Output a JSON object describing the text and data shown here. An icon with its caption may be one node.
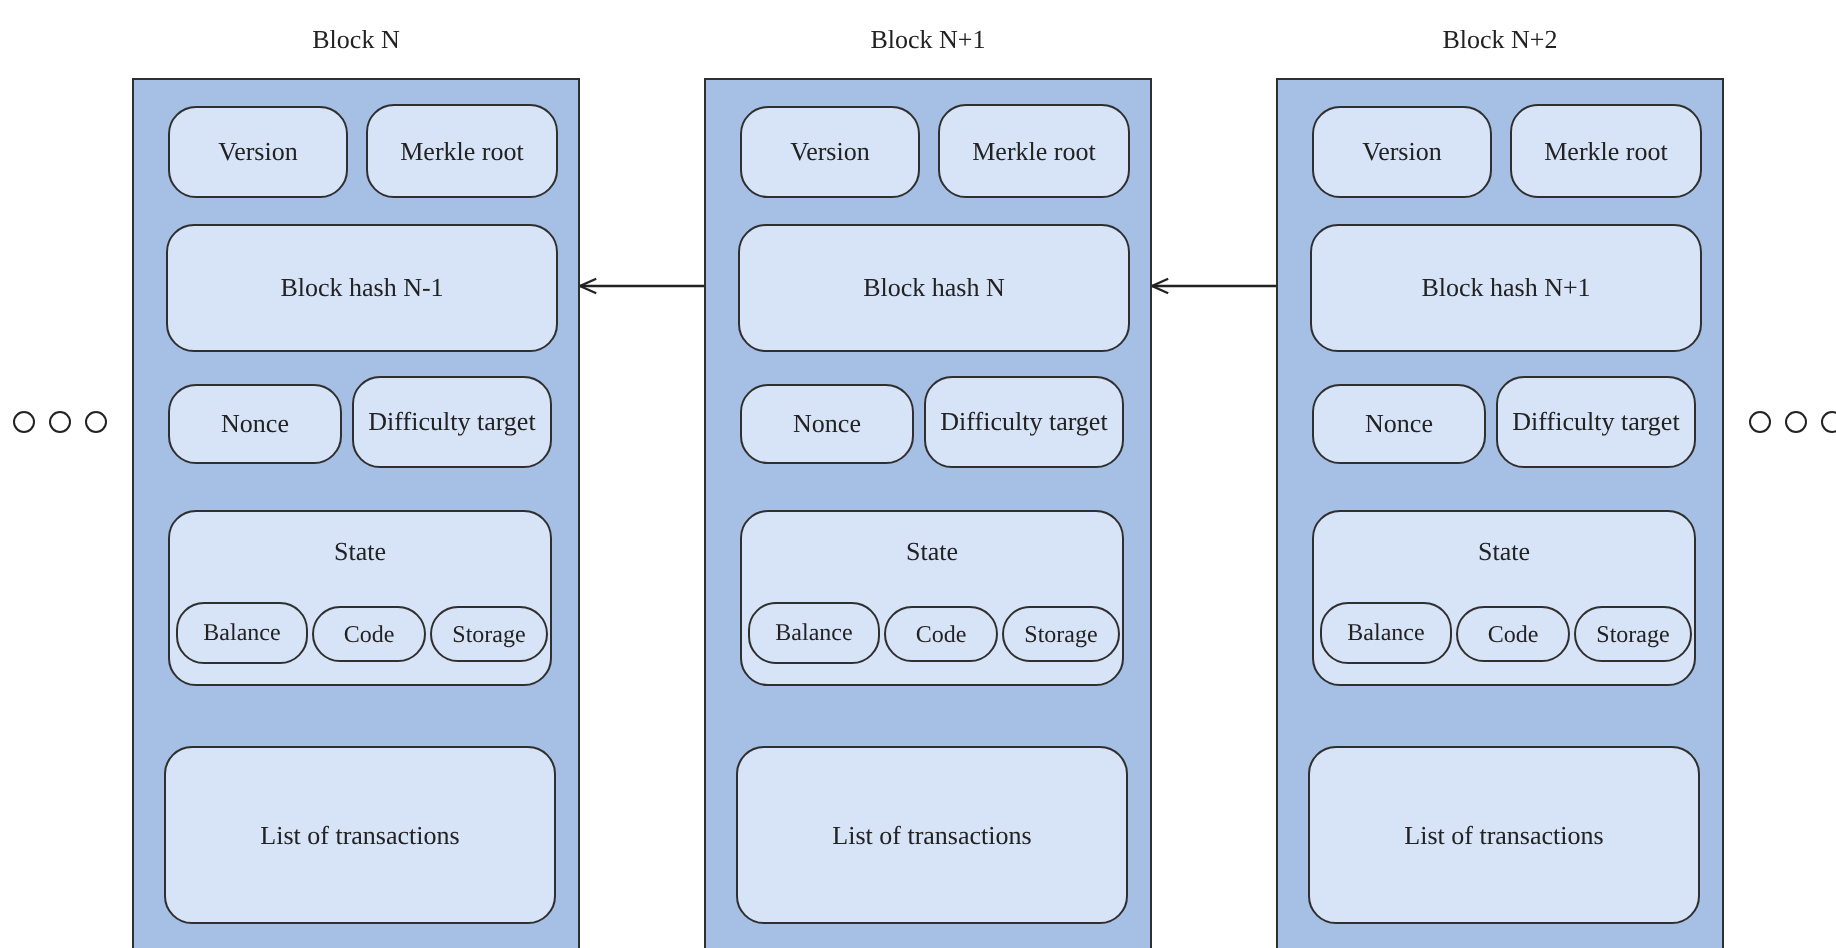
{
  "diagram": {
    "nodes": [
      {
        "text": [
          "Block N"
        ]
      },
      {
        "text": [
          "Version"
        ],
        "in": 0
      },
      {
        "text": [
          "Merkle root"
        ],
        "in": 0
      },
      {
        "text": [
          "Block hash N-1"
        ],
        "in": 0
      },
      {
        "text": [
          "Nonce"
        ],
        "in": 0
      },
      {
        "text": [
          "Difficulty target"
        ],
        "in": 0
      },
      {
        "text": [
          "State"
        ],
        "in": 0
      },
      {
        "text": [
          "Balance"
        ],
        "in": 6
      },
      {
        "text": [
          "Code"
        ],
        "in": 6
      },
      {
        "text": [
          "Storage"
        ],
        "in": 6
      },
      {
        "text": [
          "List of transactions"
        ],
        "in": 0
      },
      {
        "text": [
          "Block N+1"
        ]
      },
      {
        "text": [
          "Version"
        ],
        "in": 11
      },
      {
        "text": [
          "Merkle root"
        ],
        "in": 11
      },
      {
        "text": [
          "Block hash N"
        ],
        "in": 11
      },
      {
        "text": [
          "Nonce"
        ],
        "in": 11
      },
      {
        "text": [
          "Difficulty target"
        ],
        "in": 11
      },
      {
        "text": [
          "State"
        ],
        "in": 11
      },
      {
        "text": [
          "Balance"
        ],
        "in": 17
      },
      {
        "text": [
          "Code"
        ],
        "in": 17
      },
      {
        "text": [
          "Storage"
        ],
        "in": 17
      },
      {
        "text": [
          "List of transactions"
        ],
        "in": 11
      },
      {
        "text": [
          "Block N+2"
        ]
      },
      {
        "text": [
          "Version"
        ],
        "in": 22
      },
      {
        "text": [
          "Merkle root"
        ],
        "in": 22
      },
      {
        "text": [
          "Block hash N+1"
        ],
        "in": 22
      },
      {
        "text": [
          "Nonce"
        ],
        "in": 22
      },
      {
        "text": [
          "Difficulty target"
        ],
        "in": 22
      },
      {
        "text": [
          "State"
        ],
        "in": 22
      },
      {
        "text": [
          "Balance"
        ],
        "in": 28
      },
      {
        "text": [
          "Code"
        ],
        "in": 28
      },
      {
        "text": [
          "Storage"
        ],
        "in": 28
      },
      {
        "text": [
          "List of transactions"
        ],
        "in": 22
      }
    ],
    "edges": [
      {
        "from": 11,
        "to": 0,
        "arrow": "to"
      },
      {
        "from": 22,
        "to": 11,
        "arrow": "to"
      }
    ]
  }
}
